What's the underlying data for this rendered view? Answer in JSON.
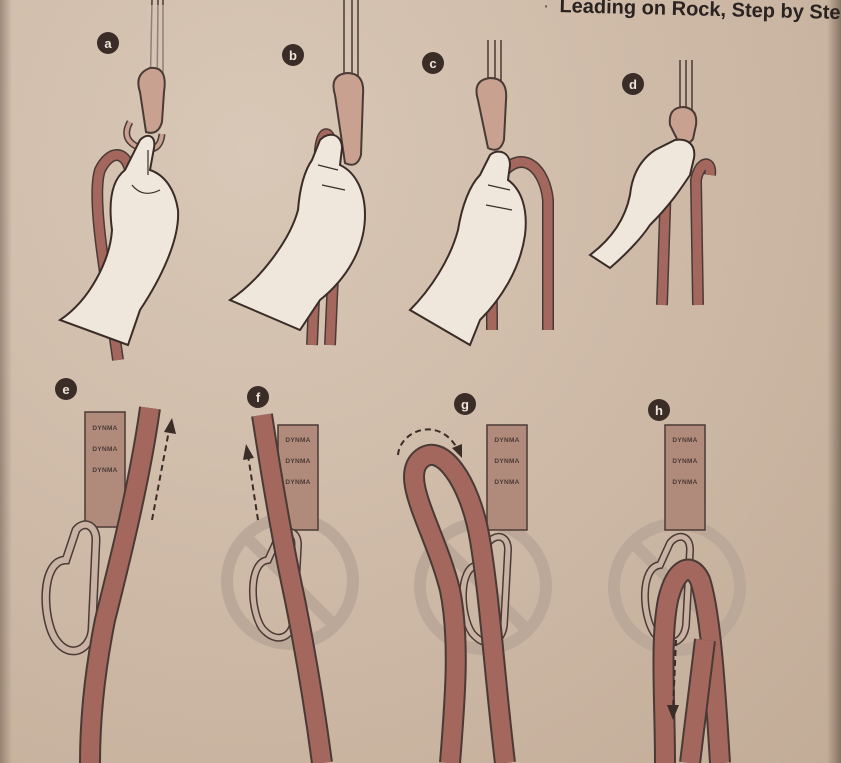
{
  "header": {
    "prefix": "·",
    "title": "Leading on Rock, Step by Ste"
  },
  "panels": {
    "a": {
      "label": "a"
    },
    "b": {
      "label": "b"
    },
    "c": {
      "label": "c"
    },
    "d": {
      "label": "d"
    },
    "e": {
      "label": "e"
    },
    "f": {
      "label": "f"
    },
    "g": {
      "label": "g"
    },
    "h": {
      "label": "h"
    }
  },
  "sling_text": "DYNMA",
  "colors": {
    "page": "#cfbba8",
    "rope": "#a3675e",
    "rope_dark": "#7a4b43",
    "sling": "#b08b7c",
    "prohibit": "#bca899",
    "ink": "#3a2c27"
  }
}
